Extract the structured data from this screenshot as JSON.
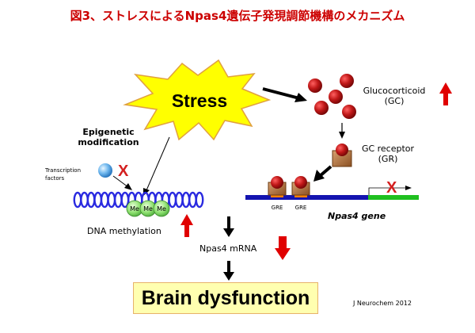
{
  "title": "図3、ストレスによるNpas4遺伝子発現調節機構のメカニズム",
  "stress": {
    "label": "Stress"
  },
  "glucocorticoid": {
    "line1": "Glucocorticoid",
    "line2": "(GC)",
    "trend": "up"
  },
  "gc_receptor": {
    "line1": "GC receptor",
    "line2": "(GR)"
  },
  "epigenetic": {
    "line1": "Epigenetic",
    "line2": "modification"
  },
  "transcription_factors": {
    "line1": "Transcription",
    "line2": "factors",
    "blocked_mark": "X"
  },
  "methyl": {
    "labels": [
      "Me",
      "Me",
      "Me"
    ]
  },
  "dna_methylation": {
    "label": "DNA methylation",
    "trend": "up"
  },
  "gene": {
    "gre_labels": [
      "GRE",
      "GRE"
    ],
    "name": "Npas4 gene",
    "blocked_mark": "X"
  },
  "mrna": {
    "label": "Npas4 mRNA",
    "trend": "down"
  },
  "outcome": {
    "label": "Brain dysfunction"
  },
  "citation": "J Neurochem 2012",
  "colors": {
    "title": "#cc0000",
    "starburst_fill": "#ffff00",
    "starburst_stroke": "#e0a040",
    "gc_ball": "#b01010",
    "receptor": "#b0703a",
    "dna_strand": "#2a2ae0",
    "gene_bar": "#1414b0",
    "gene_green": "#20c020",
    "gre_box": "#ff8000",
    "methyl_fill": "#88e070",
    "tf_ball": "#60b0e8",
    "trend_arrow": "#e00000",
    "outcome_fill": "#ffffb0"
  }
}
